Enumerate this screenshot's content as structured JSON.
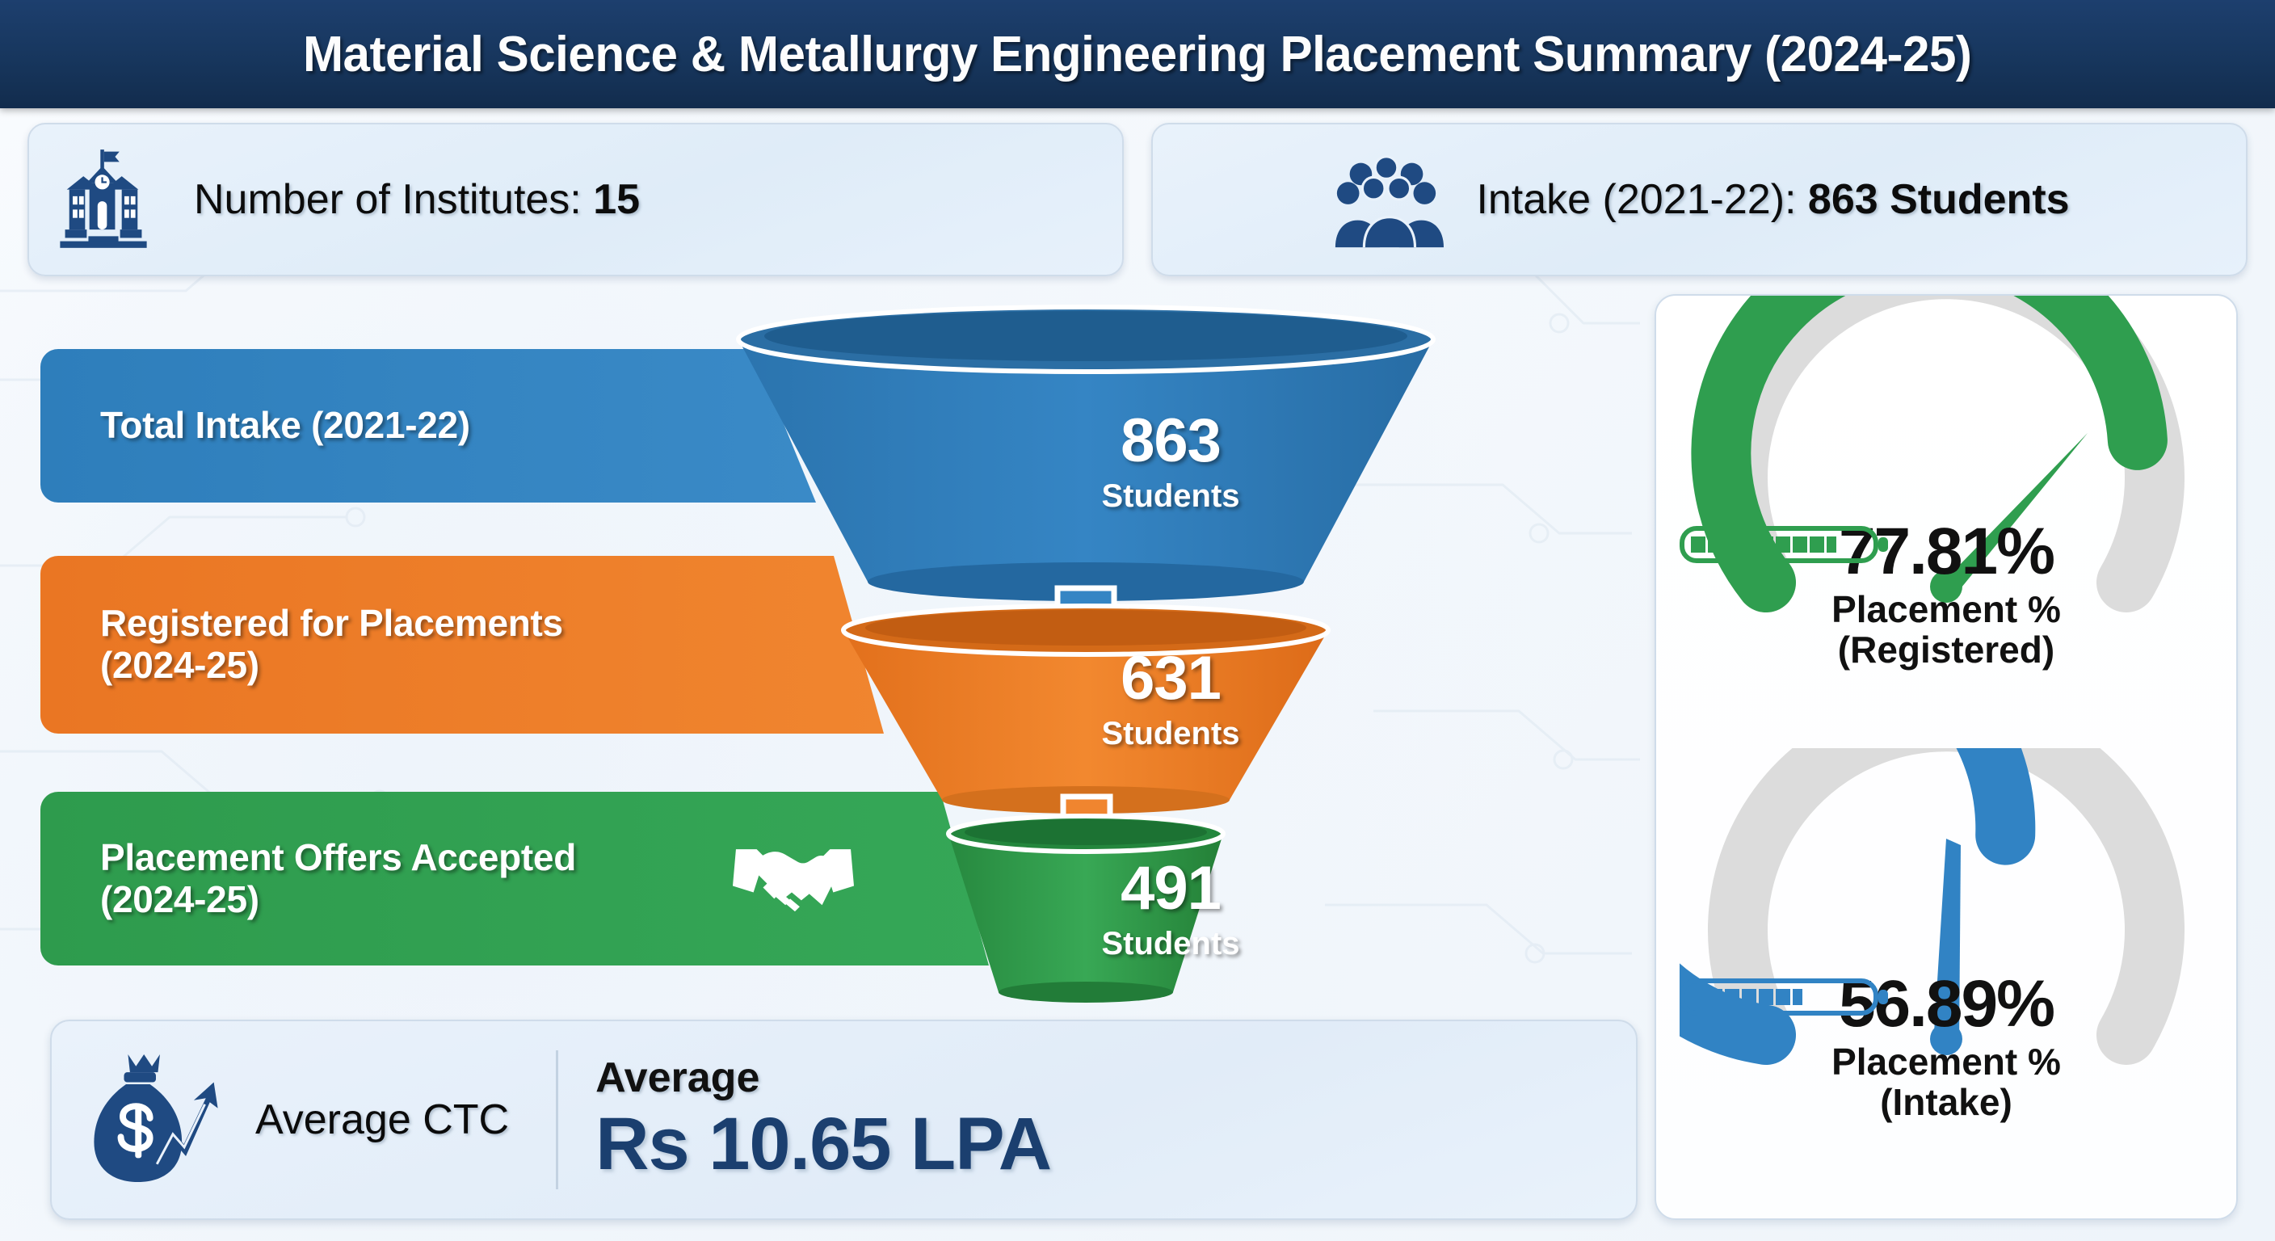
{
  "title": "Material Science & Metallurgy Engineering Placement Summary (2024-25)",
  "header_cards": [
    {
      "icon": "school-building-icon",
      "label": "Number of Institutes: ",
      "value": "15"
    },
    {
      "icon": "people-group-icon",
      "label": "Intake (2021-22): ",
      "value": "863 Students"
    }
  ],
  "funnel": {
    "stages": [
      {
        "label_line1": "Total Intake (2021-22)",
        "label_line2": "",
        "value": "863",
        "unit": "Students",
        "color": "#2e7ebb",
        "icon": null
      },
      {
        "label_line1": "Registered for Placements",
        "label_line2": "(2024-25)",
        "value": "631",
        "unit": "Students",
        "color": "#ec7923",
        "icon": null
      },
      {
        "label_line1": "Placement Offers Accepted",
        "label_line2": "(2024-25)",
        "value": "491",
        "unit": "Students",
        "color": "#2f9e4f",
        "icon": "handshake-icon"
      }
    ]
  },
  "ctc": {
    "icon": "money-bag-growth-icon",
    "label": "Average CTC",
    "sub": "Average",
    "value": "Rs 10.65 LPA"
  },
  "gauges": [
    {
      "value": "77.81%",
      "numeric": 77.81,
      "caption_line1": "Placement %",
      "caption_line2": "(Registered)",
      "color": "#2f9e4f",
      "track": "#dcdcdc"
    },
    {
      "value": "56.89%",
      "numeric": 56.89,
      "caption_line1": "Placement %",
      "caption_line2": "(Intake)",
      "color": "#3183c4",
      "track": "#dcdcdc"
    }
  ],
  "chart_data": {
    "type": "funnel",
    "title": "Material Science & Metallurgy Engineering Placement Summary (2024-25)",
    "categories": [
      "Total Intake (2021-22)",
      "Registered for Placements (2024-25)",
      "Placement Offers Accepted (2024-25)"
    ],
    "values": [
      863,
      631,
      491
    ],
    "unit": "Students",
    "colors": [
      "#2e7ebb",
      "#ec7923",
      "#2f9e4f"
    ],
    "derived_metrics": [
      {
        "name": "Placement % (Registered)",
        "value": 77.81,
        "unit": "%"
      },
      {
        "name": "Placement % (Intake)",
        "value": 56.89,
        "unit": "%"
      },
      {
        "name": "Number of Institutes",
        "value": 15,
        "unit": "institutes"
      },
      {
        "name": "Average CTC",
        "value": 10.65,
        "unit": "LPA (Rs)"
      }
    ],
    "xlabel": "",
    "ylabel": "Students",
    "ylim": [
      0,
      863
    ]
  }
}
